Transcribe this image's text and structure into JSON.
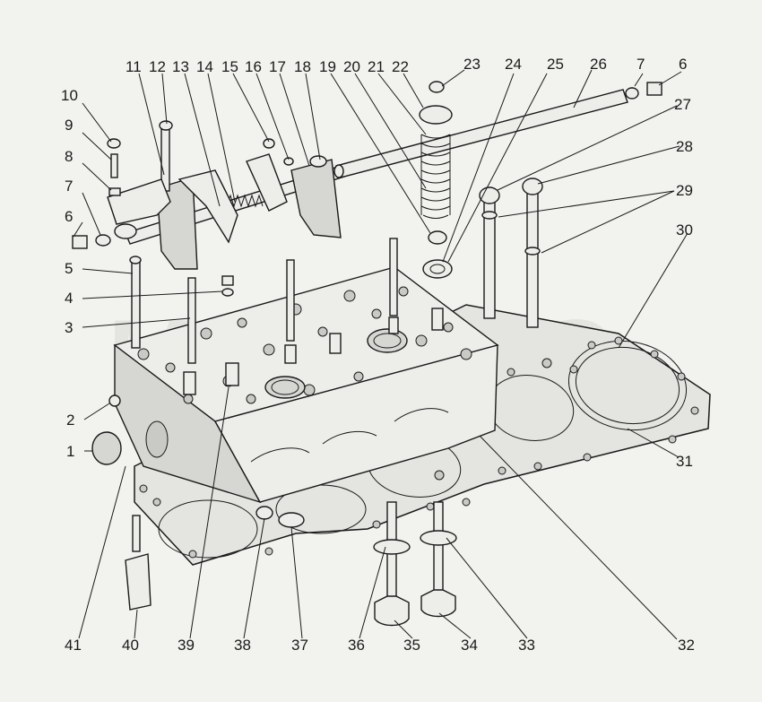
{
  "watermark": "МТЗ-ЭРО",
  "callouts": [
    {
      "id": "c1",
      "text": "1"
    },
    {
      "id": "c2",
      "text": "2"
    },
    {
      "id": "c3",
      "text": "3"
    },
    {
      "id": "c4",
      "text": "4"
    },
    {
      "id": "c5",
      "text": "5"
    },
    {
      "id": "c6a",
      "text": "6"
    },
    {
      "id": "c7a",
      "text": "7"
    },
    {
      "id": "c8",
      "text": "8"
    },
    {
      "id": "c9",
      "text": "9"
    },
    {
      "id": "c10",
      "text": "10"
    },
    {
      "id": "c11",
      "text": "11"
    },
    {
      "id": "c12",
      "text": "12"
    },
    {
      "id": "c13",
      "text": "13"
    },
    {
      "id": "c14",
      "text": "14"
    },
    {
      "id": "c15",
      "text": "15"
    },
    {
      "id": "c16",
      "text": "16"
    },
    {
      "id": "c17",
      "text": "17"
    },
    {
      "id": "c18",
      "text": "18"
    },
    {
      "id": "c19",
      "text": "19"
    },
    {
      "id": "c20",
      "text": "20"
    },
    {
      "id": "c21",
      "text": "21"
    },
    {
      "id": "c22",
      "text": "22"
    },
    {
      "id": "c23",
      "text": "23"
    },
    {
      "id": "c24",
      "text": "24"
    },
    {
      "id": "c25",
      "text": "25"
    },
    {
      "id": "c26",
      "text": "26"
    },
    {
      "id": "c7b",
      "text": "7"
    },
    {
      "id": "c6b",
      "text": "6"
    },
    {
      "id": "c27",
      "text": "27"
    },
    {
      "id": "c28",
      "text": "28"
    },
    {
      "id": "c29",
      "text": "29"
    },
    {
      "id": "c30",
      "text": "30"
    },
    {
      "id": "c31",
      "text": "31"
    },
    {
      "id": "c32",
      "text": "32"
    },
    {
      "id": "c33",
      "text": "33"
    },
    {
      "id": "c34",
      "text": "34"
    },
    {
      "id": "c35",
      "text": "35"
    },
    {
      "id": "c36",
      "text": "36"
    },
    {
      "id": "c37",
      "text": "37"
    },
    {
      "id": "c38",
      "text": "38"
    },
    {
      "id": "c39",
      "text": "39"
    },
    {
      "id": "c40",
      "text": "40"
    },
    {
      "id": "c41",
      "text": "41"
    }
  ]
}
